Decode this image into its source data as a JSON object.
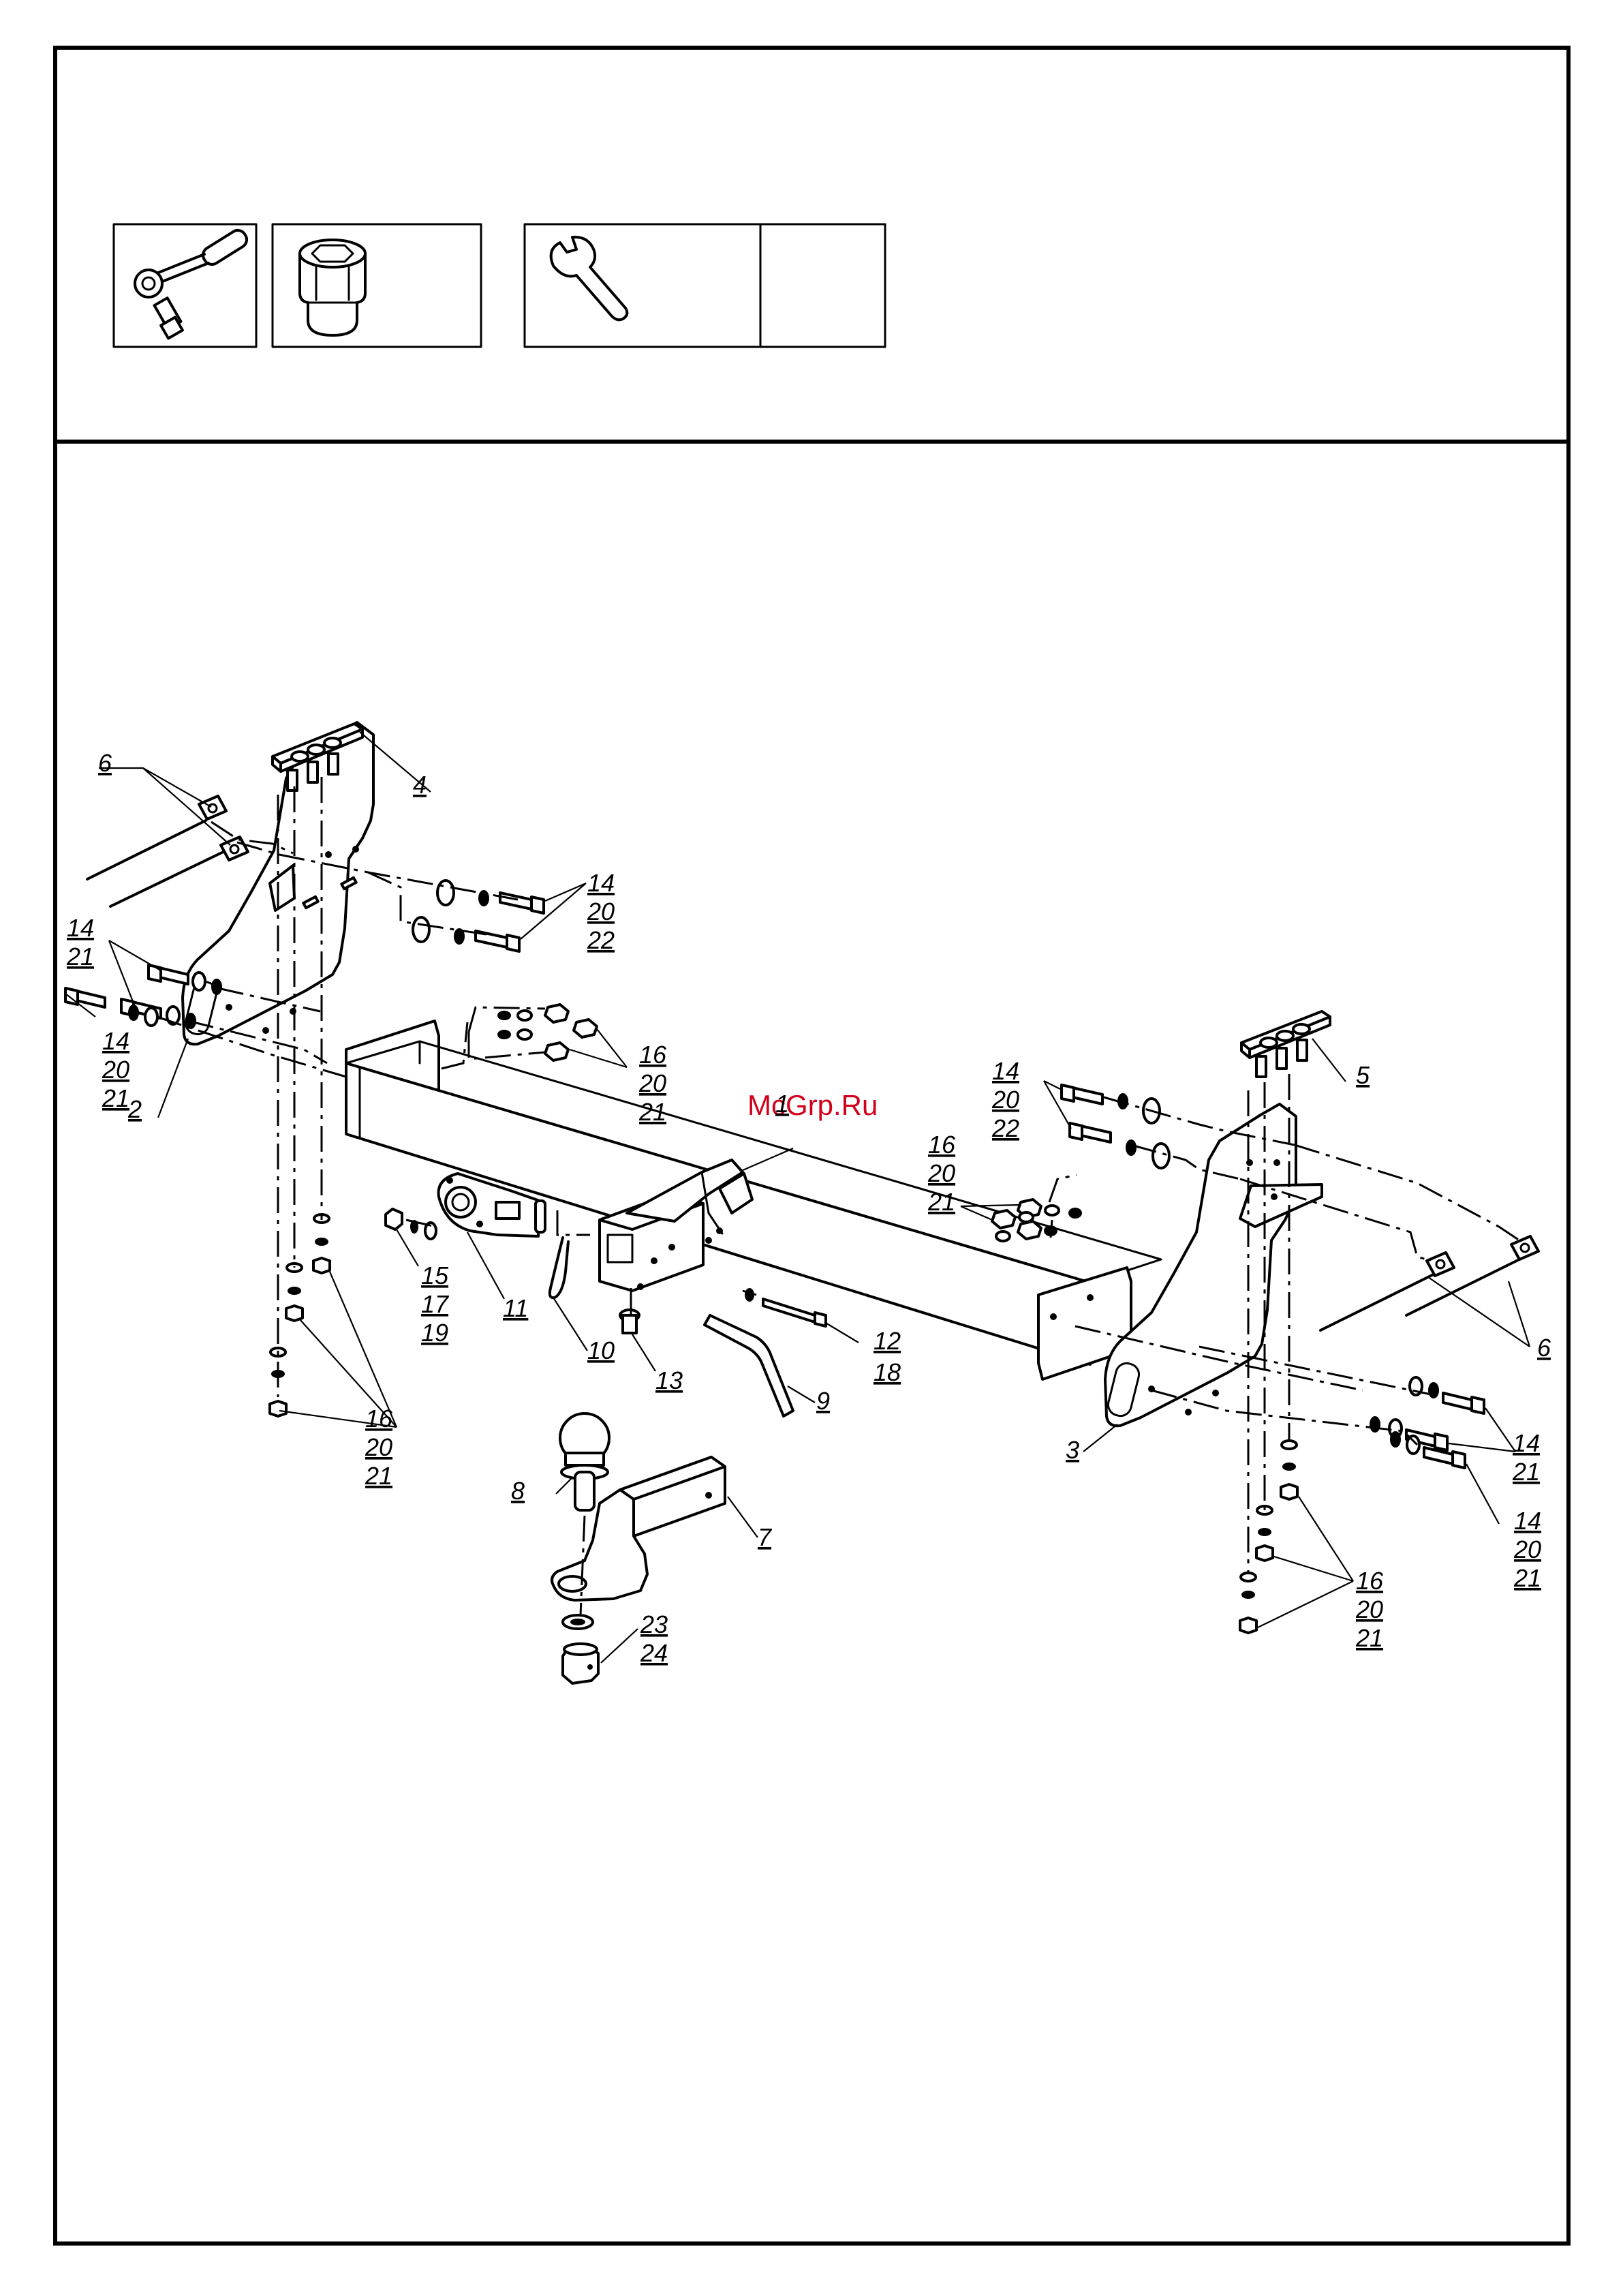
{
  "watermark": "McGrp.Ru",
  "tools": [
    {
      "name": "ratchet-icon"
    },
    {
      "name": "socket-icon"
    },
    {
      "name": "wrench-icon"
    }
  ],
  "labels": {
    "l1": "1",
    "l2": "2",
    "l3": "3",
    "l4": "4",
    "l5": "5",
    "l6a": "6",
    "l6b": "6",
    "l7": "7",
    "l8": "8",
    "l9": "9",
    "l10": "10",
    "l11": "11",
    "l12": "12",
    "l18": "18",
    "l13": "13",
    "l15": "15",
    "l17": "17",
    "l19": "19",
    "l23": "23",
    "l24": "24",
    "s_a1": "14",
    "s_a2": "20",
    "s_a3": "22",
    "s_b1": "14",
    "s_b2": "21",
    "s_c1": "14",
    "s_c2": "20",
    "s_c3": "21",
    "s_d1": "16",
    "s_d2": "20",
    "s_d3": "21",
    "s_e1": "16",
    "s_e2": "20",
    "s_e3": "21",
    "s_f1": "14",
    "s_f2": "20",
    "s_f3": "22",
    "s_g1": "16",
    "s_g2": "20",
    "s_g3": "21",
    "s_h1": "14",
    "s_h2": "21",
    "s_i1": "14",
    "s_i2": "20",
    "s_i3": "21",
    "s_j1": "16",
    "s_j2": "20",
    "s_j3": "21"
  }
}
